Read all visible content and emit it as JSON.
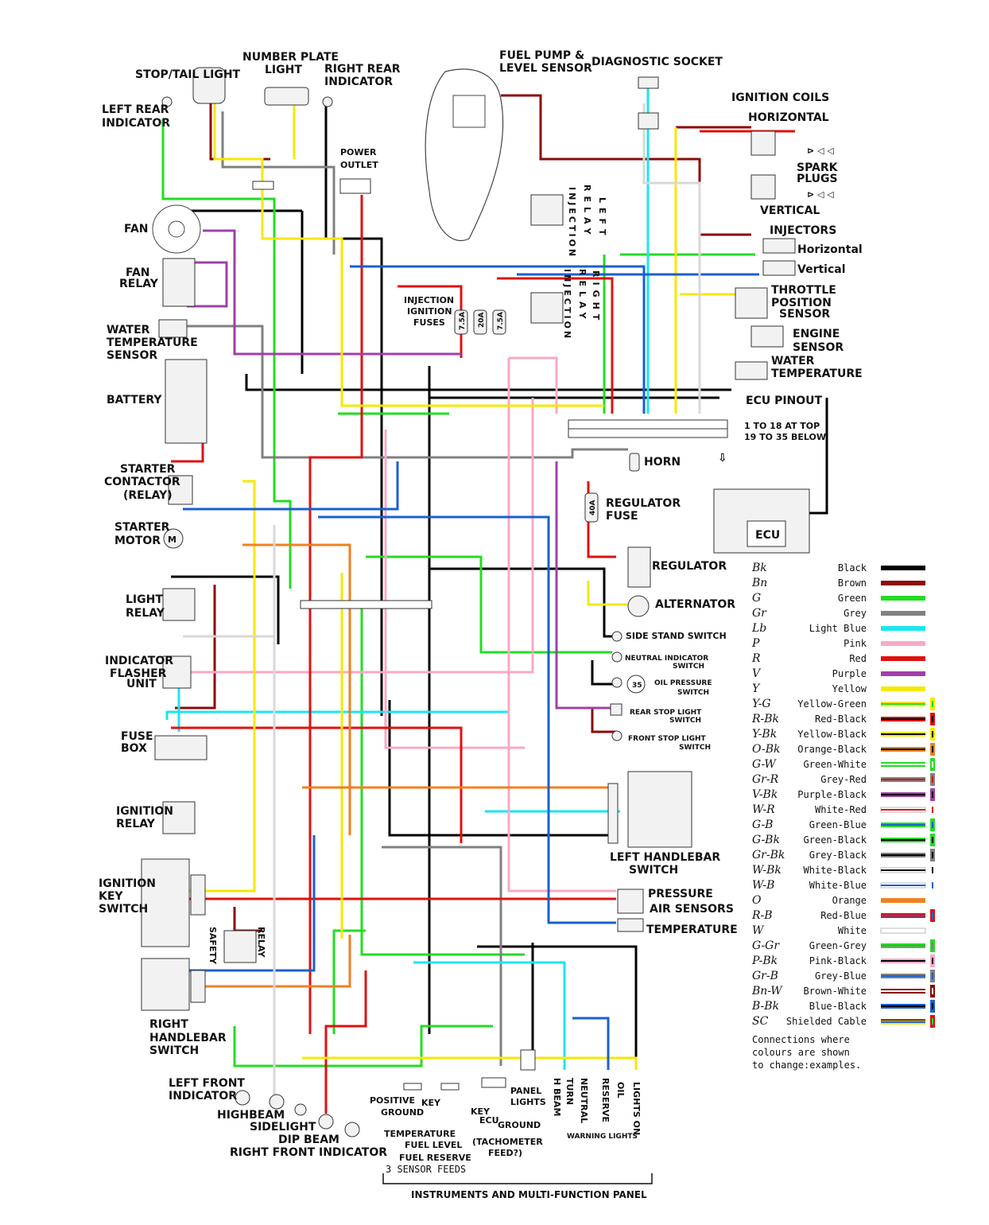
{
  "labels": {
    "stop_tail_light": "STOP/TAIL LIGHT",
    "number_plate_light_1": "NUMBER PLATE",
    "number_plate_light_2": "LIGHT",
    "right_rear_indicator_1": "RIGHT REAR",
    "right_rear_indicator_2": "INDICATOR",
    "left_rear_indicator_1": "LEFT REAR",
    "left_rear_indicator_2": "INDICATOR",
    "power_outlet_1": "POWER",
    "power_outlet_2": "OUTLET",
    "fuel_pump_1": "FUEL PUMP &",
    "fuel_pump_2": "LEVEL SENSOR",
    "diagnostic_socket": "DIAGNOSTIC SOCKET",
    "ignition_coils": "IGNITION COILS",
    "horizontal": "HORIZONTAL",
    "spark_plugs_1": "SPARK",
    "spark_plugs_2": "PLUGS",
    "vertical": "VERTICAL",
    "injectors": "INJECTORS",
    "injector_horizontal": "Horizontal",
    "injector_vertical": "Vertical",
    "throttle_1": "THROTTLE",
    "throttle_2": "POSITION",
    "throttle_3": "SENSOR",
    "engine_sensor_1": "ENGINE",
    "engine_sensor_2": "SENSOR",
    "water_temp_r_1": "WATER",
    "water_temp_r_2": "TEMPERATURE",
    "ecu_pinout": "ECU  PINOUT",
    "ecu_pinout_note_1": "1 TO 18 AT TOP",
    "ecu_pinout_note_2": "19 TO 35 BELOW",
    "ecu": "ECU",
    "horn": "HORN",
    "regulator_fuse_1": "REGULATOR",
    "regulator_fuse_2": "FUSE",
    "regulator": "REGULATOR",
    "alternator": "ALTERNATOR",
    "fan": "FAN",
    "fan_relay_1": "FAN",
    "fan_relay_2": "RELAY",
    "water_temp_l_1": "WATER",
    "water_temp_l_2": "TEMPERATURE",
    "water_temp_l_3": "SENSOR",
    "battery": "BATTERY",
    "starter_contactor_1": "STARTER",
    "starter_contactor_2": "CONTACTOR",
    "starter_contactor_3": "(RELAY)",
    "starter_motor_1": "STARTER",
    "starter_motor_2": "MOTOR",
    "light_relay_1": "LIGHT",
    "light_relay_2": "RELAY",
    "flasher_1": "INDICATOR",
    "flasher_2": "FLASHER",
    "flasher_3": "UNIT",
    "fuse_box_1": "FUSE",
    "fuse_box_2": "BOX",
    "ignition_relay_1": "IGNITION",
    "ignition_relay_2": "RELAY",
    "ignition_key_1": "IGNITION",
    "ignition_key_2": "KEY",
    "ignition_key_3": "SWITCH",
    "safety": "SAFETY",
    "relay": "RELAY",
    "right_handlebar_1": "RIGHT",
    "right_handlebar_2": "HANDLEBAR",
    "right_handlebar_3": "SWITCH",
    "left_front_1": "LEFT FRONT",
    "left_front_2": "INDICATOR",
    "highbeam": "HIGHBEAM",
    "sidelight": "SIDELIGHT",
    "dip_beam": "DIP BEAM",
    "right_front_indicator": "RIGHT FRONT INDICATOR",
    "injection_fuses_1": "INJECTION",
    "injection_fuses_2": "IGNITION",
    "injection_fuses_3": "FUSES",
    "side_stand": "SIDE STAND  SWITCH",
    "neutral_1": "NEUTRAL INDICATOR",
    "neutral_2": "SWITCH",
    "oil_pressure_1": "OIL PRESSURE",
    "oil_pressure_2": "SWITCH",
    "oil_pressure_num": "35",
    "rear_stop_1": "REAR STOP LIGHT",
    "rear_stop_2": "SWITCH",
    "front_stop_1": "FRONT STOP LIGHT",
    "front_stop_2": "SWITCH",
    "left_handlebar_1": "LEFT HANDLEBAR",
    "left_handlebar_2": "SWITCH",
    "pressure_1": "PRESSURE",
    "pressure_2": "AIR SENSORS",
    "temperature": "TEMPERATURE",
    "positive": "POSITIVE",
    "ground": "GROUND",
    "key": "KEY",
    "key2": "KEY",
    "ecu_small": "ECU",
    "ground2": "GROUND",
    "panel_lights_1": "PANEL",
    "panel_lights_2": "LIGHTS",
    "temp_feed": "TEMPERATURE",
    "fuel_level": "FUEL LEVEL",
    "fuel_reserve": "FUEL RESERVE",
    "sensor_feeds": "3  SENSOR FEEDS",
    "tacho_1": "(TACHOMETER",
    "tacho_2": "FEED?)",
    "warning_lights": "WARNING LIGHTS",
    "h_beam": "H BEAM",
    "turn": "TURN",
    "neutral": "NEUTRAL",
    "reserve": "RESERVE",
    "oil": "OIL",
    "lights_on": "LIGHTS ON",
    "instruments": "INSTRUMENTS  AND MULTI-FUNCTION PANEL",
    "inj_relay_left_a": "INJECTION",
    "inj_relay_left_b": "RELAY",
    "inj_relay_left_c": "LEFT",
    "inj_relay_right_a": "INJECTION",
    "inj_relay_right_b": "RELAY",
    "inj_relay_right_c": "RIGHT",
    "fuse_7_5a": "7.5A",
    "fuse_20a": "20A",
    "fuse_7_5a_b": "7.5A",
    "fuse_40a": "40A"
  },
  "legend": {
    "items": [
      {
        "code": "Bk",
        "name": "Black",
        "colors": [
          "#000000"
        ]
      },
      {
        "code": "Bn",
        "name": "Brown",
        "colors": [
          "#8b0a0a"
        ]
      },
      {
        "code": "G",
        "name": "Green",
        "colors": [
          "#22dd22"
        ]
      },
      {
        "code": "Gr",
        "name": "Grey",
        "colors": [
          "#808080"
        ]
      },
      {
        "code": "Lb",
        "name": "Light Blue",
        "colors": [
          "#19e6f0"
        ]
      },
      {
        "code": "P",
        "name": "Pink",
        "colors": [
          "#f9a8c8"
        ]
      },
      {
        "code": "R",
        "name": "Red",
        "colors": [
          "#e01010"
        ]
      },
      {
        "code": "V",
        "name": "Purple",
        "colors": [
          "#a040a8"
        ]
      },
      {
        "code": "Y",
        "name": "Yellow",
        "colors": [
          "#f5e800"
        ]
      },
      {
        "code": "Y-G",
        "name": "Yellow-Green",
        "colors": [
          "#f5e800",
          "#22dd22"
        ]
      },
      {
        "code": "R-Bk",
        "name": "Red-Black",
        "colors": [
          "#e01010",
          "#000000"
        ]
      },
      {
        "code": "Y-Bk",
        "name": "Yellow-Black",
        "colors": [
          "#f5e800",
          "#000000"
        ]
      },
      {
        "code": "O-Bk",
        "name": "Orange-Black",
        "colors": [
          "#f08020",
          "#000000"
        ]
      },
      {
        "code": "G-W",
        "name": "Green-White",
        "colors": [
          "#22dd22",
          "#ffffff"
        ]
      },
      {
        "code": "Gr-R",
        "name": "Grey-Red",
        "colors": [
          "#808080",
          "#e01010"
        ]
      },
      {
        "code": "V-Bk",
        "name": "Purple-Black",
        "colors": [
          "#a040a8",
          "#000000"
        ]
      },
      {
        "code": "W-R",
        "name": "White-Red",
        "colors": [
          "#ffffff",
          "#e01010"
        ]
      },
      {
        "code": "G-B",
        "name": "Green-Blue",
        "colors": [
          "#22dd22",
          "#1a5fd0"
        ]
      },
      {
        "code": "G-Bk",
        "name": "Green-Black",
        "colors": [
          "#22dd22",
          "#000000"
        ]
      },
      {
        "code": "Gr-Bk",
        "name": "Grey-Black",
        "colors": [
          "#808080",
          "#000000"
        ]
      },
      {
        "code": "W-Bk",
        "name": "White-Black",
        "colors": [
          "#ffffff",
          "#000000"
        ]
      },
      {
        "code": "W-B",
        "name": "White-Blue",
        "colors": [
          "#ffffff",
          "#1a5fd0"
        ]
      },
      {
        "code": "O",
        "name": "Orange",
        "colors": [
          "#f08020"
        ]
      },
      {
        "code": "R-B",
        "name": "Red-Blue",
        "colors": [
          "#e01010",
          "#1a5fd0"
        ]
      },
      {
        "code": "W",
        "name": "White",
        "colors": [
          "#ffffff"
        ]
      },
      {
        "code": "G-Gr",
        "name": "Green-Grey",
        "colors": [
          "#22dd22",
          "#808080"
        ]
      },
      {
        "code": "P-Bk",
        "name": "Pink-Black",
        "colors": [
          "#f9a8c8",
          "#000000"
        ]
      },
      {
        "code": "Gr-B",
        "name": "Grey-Blue",
        "colors": [
          "#808080",
          "#1a5fd0"
        ]
      },
      {
        "code": "Bn-W",
        "name": "Brown-White",
        "colors": [
          "#8b0a0a",
          "#ffffff"
        ]
      },
      {
        "code": "B-Bk",
        "name": "Blue-Black",
        "colors": [
          "#1a5fd0",
          "#000000"
        ]
      },
      {
        "code": "SC",
        "name": "Shielded Cable",
        "colors": [
          "#e01010",
          "#22dd22",
          "#1a5fd0",
          "#f5e800"
        ]
      }
    ],
    "note_1": "Connections where",
    "note_2": "colours are shown",
    "note_3": "to change:examples."
  },
  "colors": {
    "black": "#000000",
    "brown": "#8b0a0a",
    "green": "#22dd22",
    "grey": "#808080",
    "light_blue": "#19e6f0",
    "pink": "#f9a8c8",
    "red": "#e01010",
    "purple": "#a040a8",
    "yellow": "#f5e800",
    "orange": "#f08020",
    "blue": "#1a5fd0",
    "white": "#e0e0e0"
  }
}
